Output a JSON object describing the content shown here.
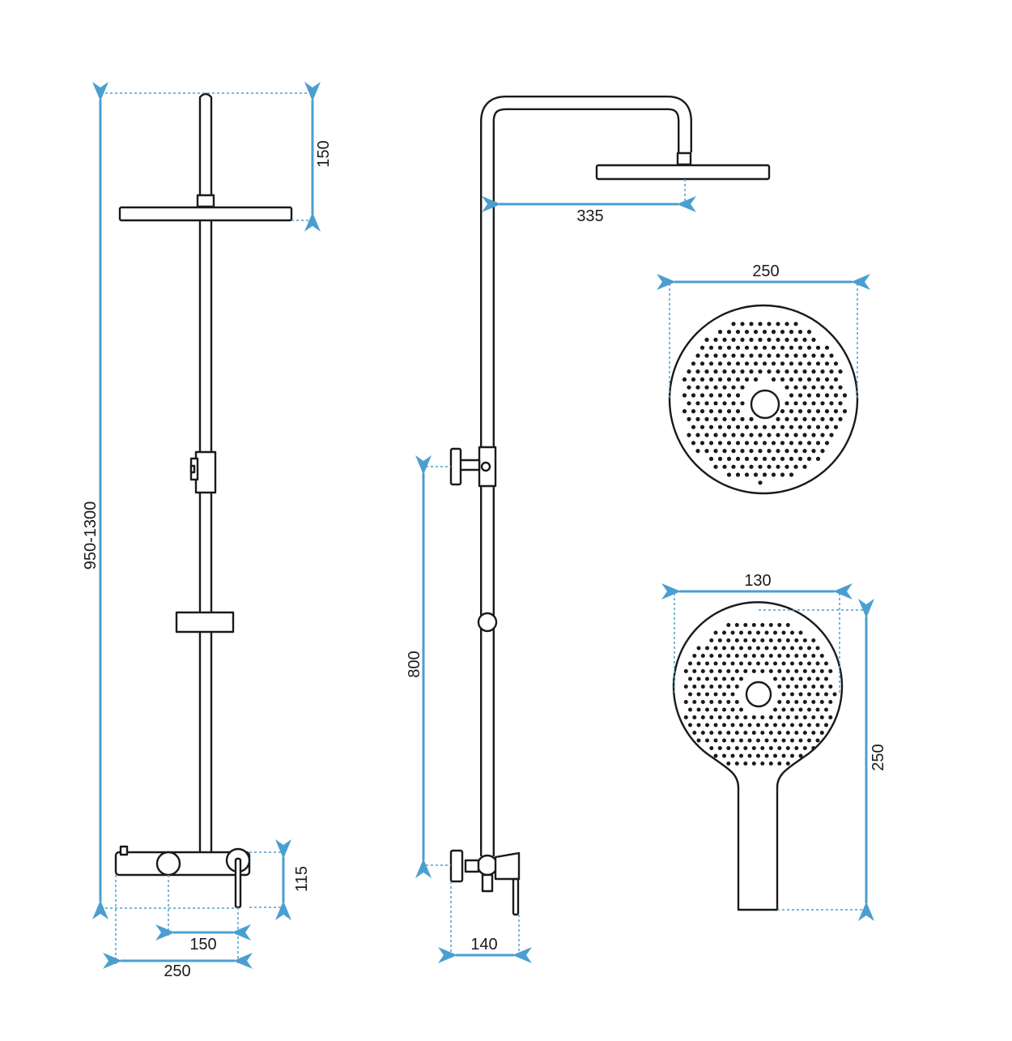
{
  "colors": {
    "dimension": "#4a9fd0",
    "outline": "#1a1a1a",
    "background": "#ffffff"
  },
  "dimensions": {
    "front_total_height": "950-1300",
    "front_top_offset": "150",
    "front_mixer_height": "115",
    "front_mixer_spacing": "150",
    "front_mixer_width": "250",
    "side_arm_reach": "335",
    "side_slide_height": "800",
    "side_mixer_depth": "140",
    "rain_head_diameter": "250",
    "hand_shower_width": "130",
    "hand_shower_length": "250"
  }
}
